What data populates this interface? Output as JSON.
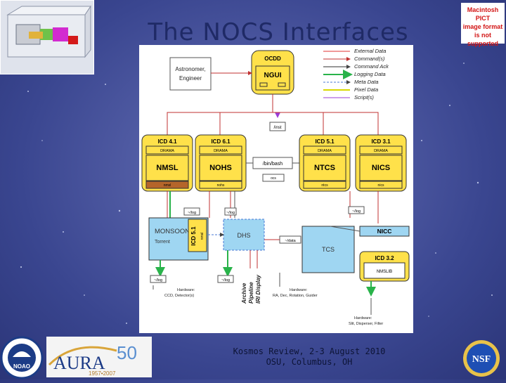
{
  "slide": {
    "title": "The NOCS Interfaces",
    "footer_line1": "Kosmos Review, 2-3 August 2010",
    "footer_line2": "OSU, Columbus, OH",
    "pict_notice": [
      "Macintosh PICT",
      "image format",
      "is not supported"
    ]
  },
  "logos": {
    "aura_text": "AURA",
    "aura_years": "1957•2007",
    "aura_anniv": "50",
    "noao_text": "NOAO",
    "nsf_text": "NSF"
  },
  "colors": {
    "background": "#4f5aa2",
    "title": "#1f2a66",
    "yellow_box": "#ffe14a",
    "blue_box": "#9fd6f2",
    "external_data": "#e03030",
    "command": "#c03030",
    "command_ack": "#303030",
    "logging": "#29b34a",
    "meta": "#4a78d6",
    "pixel": "#d8d800",
    "script": "#9b3dd6"
  },
  "diagram": {
    "legend": [
      "External Data",
      "Command(s)",
      "Command Ack",
      "Logging Data",
      "Meta Data",
      "Pixel Data",
      "Script(s)"
    ],
    "astronomer": "Astronomer, Engineer",
    "ocdd": "OCDD",
    "ngui": "NGUI",
    "inst_label": "/inst",
    "binbash": "/bin/bash",
    "binbash_sub": "ocs",
    "icds": [
      {
        "icd": "ICD 4.1",
        "drama": "DRAMA",
        "name": "NMSL",
        "sub": "nmsl"
      },
      {
        "icd": "ICD 6.1",
        "drama": "DRAMA",
        "name": "NOHS",
        "sub": "nohs"
      },
      {
        "icd": "ICD 5.1",
        "drama": "DRAMA",
        "name": "NTCS",
        "sub": "ntcs"
      },
      {
        "icd": "ICD 3.1",
        "drama": "DRAMA",
        "name": "NICS",
        "sub": "nics"
      }
    ],
    "log1": "~/log",
    "log2": "~/log",
    "log3": "~/log",
    "log4": "~/log",
    "log5": "~/log",
    "data_label": "~/data",
    "monsoon": "MONSOON",
    "monsoon_sub": "Torrent",
    "icd51_vertical": "ICD 5.1",
    "icd51_small": "nmsl",
    "dhs": "DHS",
    "tcs": "TCS",
    "nicc": "NICC",
    "icd32": "ICD 3.2",
    "icd32_box": "NMSLIB",
    "archive": [
      "Archive",
      "Pipeline",
      "IRI Display"
    ],
    "hw_left": [
      "Hardware:",
      "CCD, Detector(s)"
    ],
    "hw_mid": [
      "Hardware:",
      "RA, Dec, Rotation, Guider"
    ],
    "hw_right": [
      "Hardware:",
      "Slit, Disperser, Filter"
    ]
  }
}
